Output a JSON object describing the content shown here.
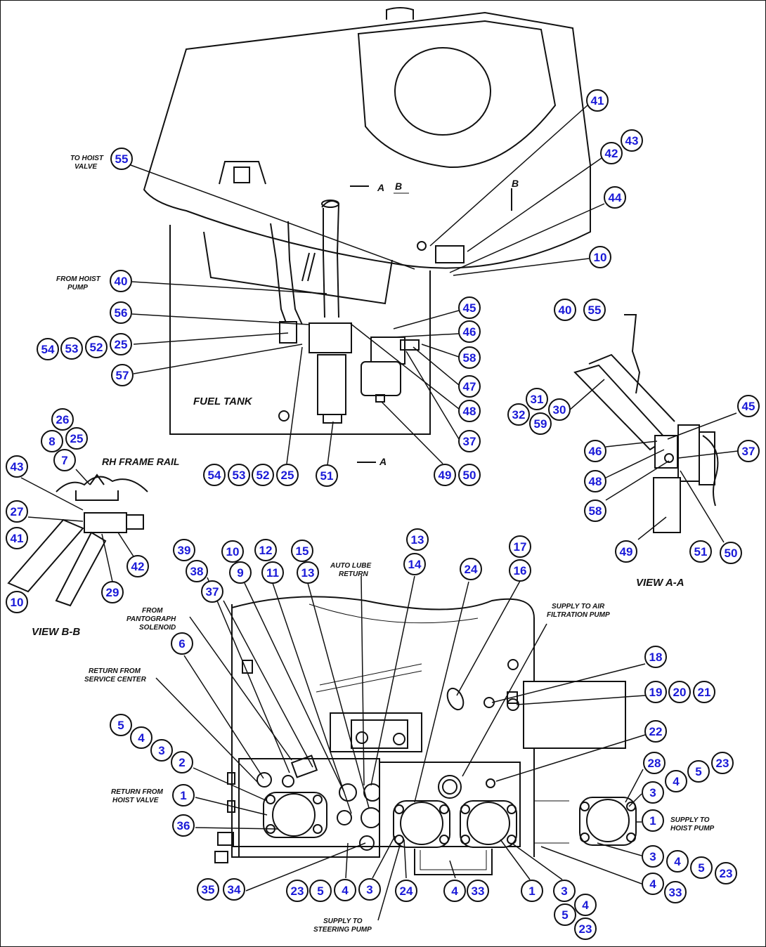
{
  "labels": {
    "to_hoist_valve": [
      "TO HOIST",
      "VALVE"
    ],
    "from_hoist_pump": [
      "FROM HOIST",
      "PUMP"
    ],
    "fuel_tank": "FUEL TANK",
    "section_a": "A",
    "section_b": "B",
    "rh_frame_rail": "RH FRAME RAIL",
    "view_bb": "VIEW B-B",
    "view_aa": "VIEW A-A",
    "auto_lube_return": [
      "AUTO LUBE",
      "RETURN"
    ],
    "from_pantograph_solenoid": [
      "FROM",
      "PANTOGRAPH",
      "SOLENOID"
    ],
    "supply_to_air_filtration_pump": [
      "SUPPLY TO AIR",
      "FILTRATION PUMP"
    ],
    "return_from_service_center": [
      "RETURN FROM",
      "SERVICE CENTER"
    ],
    "return_from_hoist_valve": [
      "RETURN FROM",
      "HOIST VALVE"
    ],
    "supply_to_hoist_pump": [
      "SUPPLY TO",
      "HOIST PUMP"
    ],
    "supply_to_steering_pump": [
      "SUPPLY TO",
      "STEERING PUMP"
    ]
  },
  "callouts": {
    "c41a": "41",
    "c43a": "43",
    "c42a": "42",
    "c55a": "55",
    "c44": "44",
    "c10a": "10",
    "c40a": "40",
    "c45a": "45",
    "c56": "56",
    "c46a": "46",
    "c54a": "54",
    "c53a": "53",
    "c52a": "52",
    "c25a": "25",
    "c58a": "58",
    "c57": "57",
    "c47": "47",
    "c48a": "48",
    "c37a": "37",
    "c54b": "54",
    "c53b": "53",
    "c52b": "52",
    "c25b": "25",
    "c51a": "51",
    "c49a": "49",
    "c50a": "50",
    "c26": "26",
    "c8": "8",
    "c25c": "25",
    "c7": "7",
    "c43b": "43",
    "c27": "27",
    "c41b": "41",
    "c42b": "42",
    "c29": "29",
    "c10b": "10",
    "c40b": "40",
    "c55b": "55",
    "c31": "31",
    "c32": "32",
    "c30": "30",
    "c59": "59",
    "c45b": "45",
    "c46b": "46",
    "c37b": "37",
    "c48b": "48",
    "c58b": "58",
    "c49b": "49",
    "c51b": "51",
    "c50b": "50",
    "c39": "39",
    "c38": "38",
    "c37c": "37",
    "c10c": "10",
    "c9": "9",
    "c12": "12",
    "c11": "11",
    "c15": "15",
    "c13a": "13",
    "c13b": "13",
    "c14": "14",
    "c24a": "24",
    "c17": "17",
    "c16": "16",
    "c6": "6",
    "c18": "18",
    "c19": "19",
    "c20": "20",
    "c21": "21",
    "c22": "22",
    "c5a": "5",
    "c4a": "4",
    "c3a": "3",
    "c2": "2",
    "c1a": "1",
    "c36": "36",
    "c28": "28",
    "c23a": "23",
    "c5b": "5",
    "c4b": "4",
    "c3b": "3",
    "c1b": "1",
    "c3c": "3",
    "c4c": "4",
    "c5c": "5",
    "c23b": "23",
    "c4d": "4",
    "c33b": "33",
    "c35": "35",
    "c34": "34",
    "c23c": "23",
    "c5d": "5",
    "c4e": "4",
    "c3d": "3",
    "c24b": "24",
    "c4f": "4",
    "c33a": "33",
    "c1c": "1",
    "c3e": "3",
    "c4g": "4",
    "c5e": "5",
    "c23d": "23"
  },
  "colors": {
    "line": "#111111",
    "callout_fill": "#ffffff",
    "callout_text": "#1a1ad8"
  }
}
